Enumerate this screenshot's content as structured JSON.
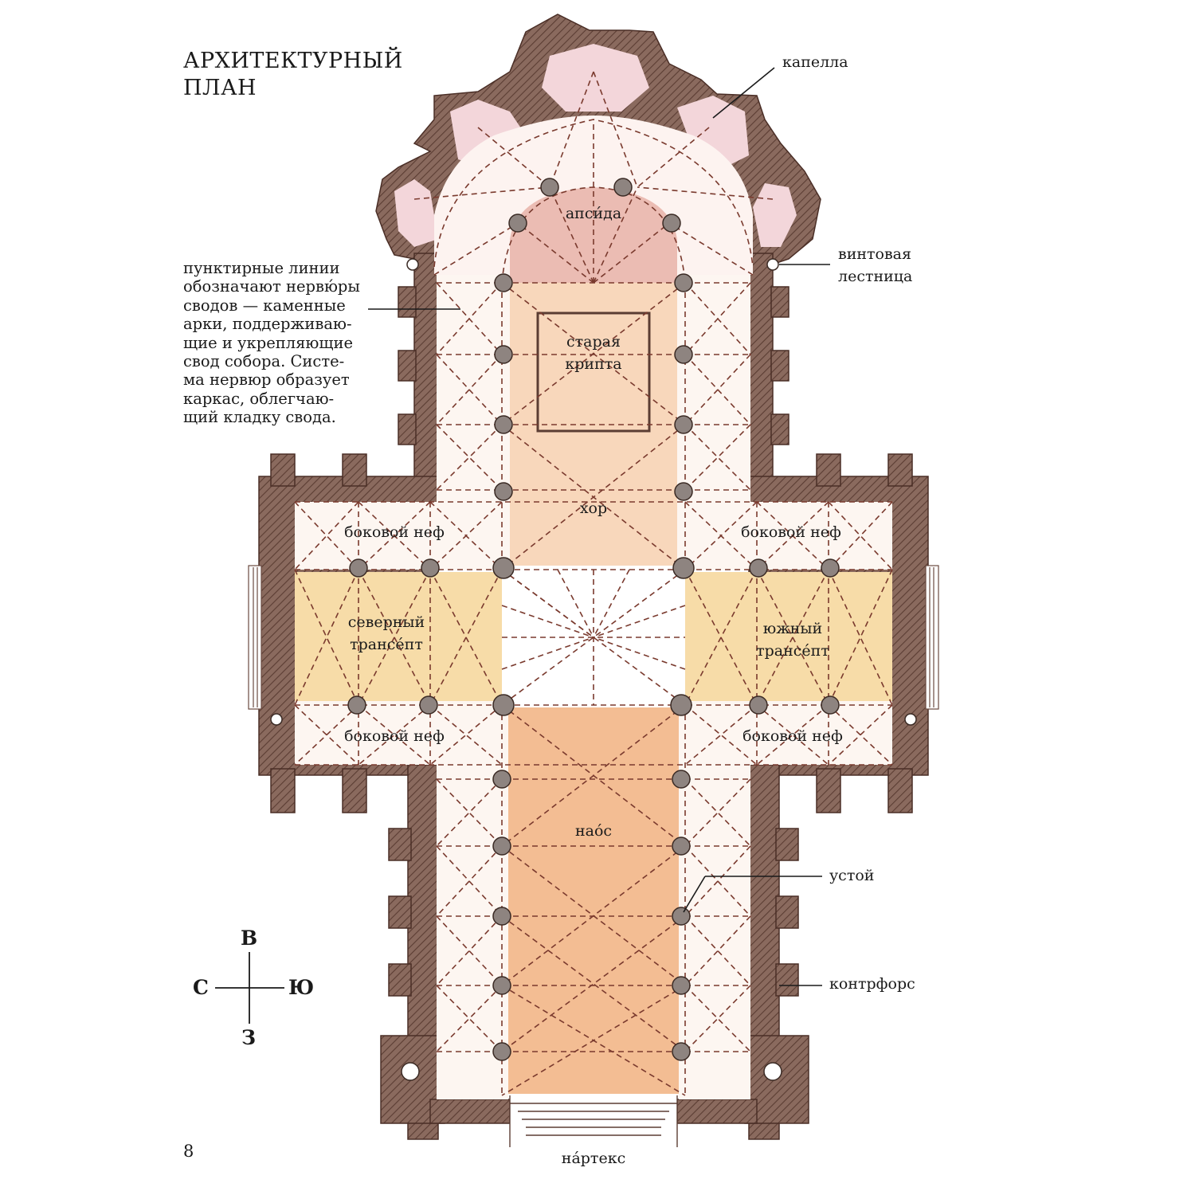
{
  "title": {
    "line1": "АРХИТЕКТУРНЫЙ",
    "line2": "ПЛАН"
  },
  "note": {
    "lines": [
      "пунктирные линии",
      "обозначают нервю́ры",
      "сводов — каменные",
      "арки, поддерживаю-",
      "щие и укрепляющие",
      "свод собора. Систе-",
      "ма нервюр образует",
      "каркас, облегчаю-",
      "щий кладку свода."
    ]
  },
  "labels": {
    "chapel": "капелла",
    "apse": "апси́да",
    "stair_line1": "винтовая",
    "stair_line2": "лестница",
    "crypt_line1": "старая",
    "crypt_line2": "крипта",
    "choir": "хор",
    "aisle_nw": "боковой неф",
    "aisle_ne": "боковой неф",
    "aisle_sw": "боковой неф",
    "aisle_se": "боковой неф",
    "north_transept_line1": "северный",
    "north_transept_line2": "трансе́пт",
    "south_transept_line1": "южный",
    "south_transept_line2": "трансе́пт",
    "naos": "нао́с",
    "pier": "устой",
    "buttress": "контрфорс",
    "narthex": "на́ртекс"
  },
  "compass": {
    "east": "В",
    "west": "З",
    "north": "С",
    "south": "Ю"
  },
  "page_number": "8",
  "colors": {
    "wall": "#8a6a5e",
    "wall_hatch": "#5b3d33",
    "vault_line": "#7a3a2e",
    "floor": "#fdf6f1",
    "chapel": "#f3d6da",
    "apse": "#ebbcb3",
    "choir": "#f8d7bb",
    "naos": "#f3bd93",
    "transept": "#f7dca8",
    "pier": "#8e8480"
  }
}
